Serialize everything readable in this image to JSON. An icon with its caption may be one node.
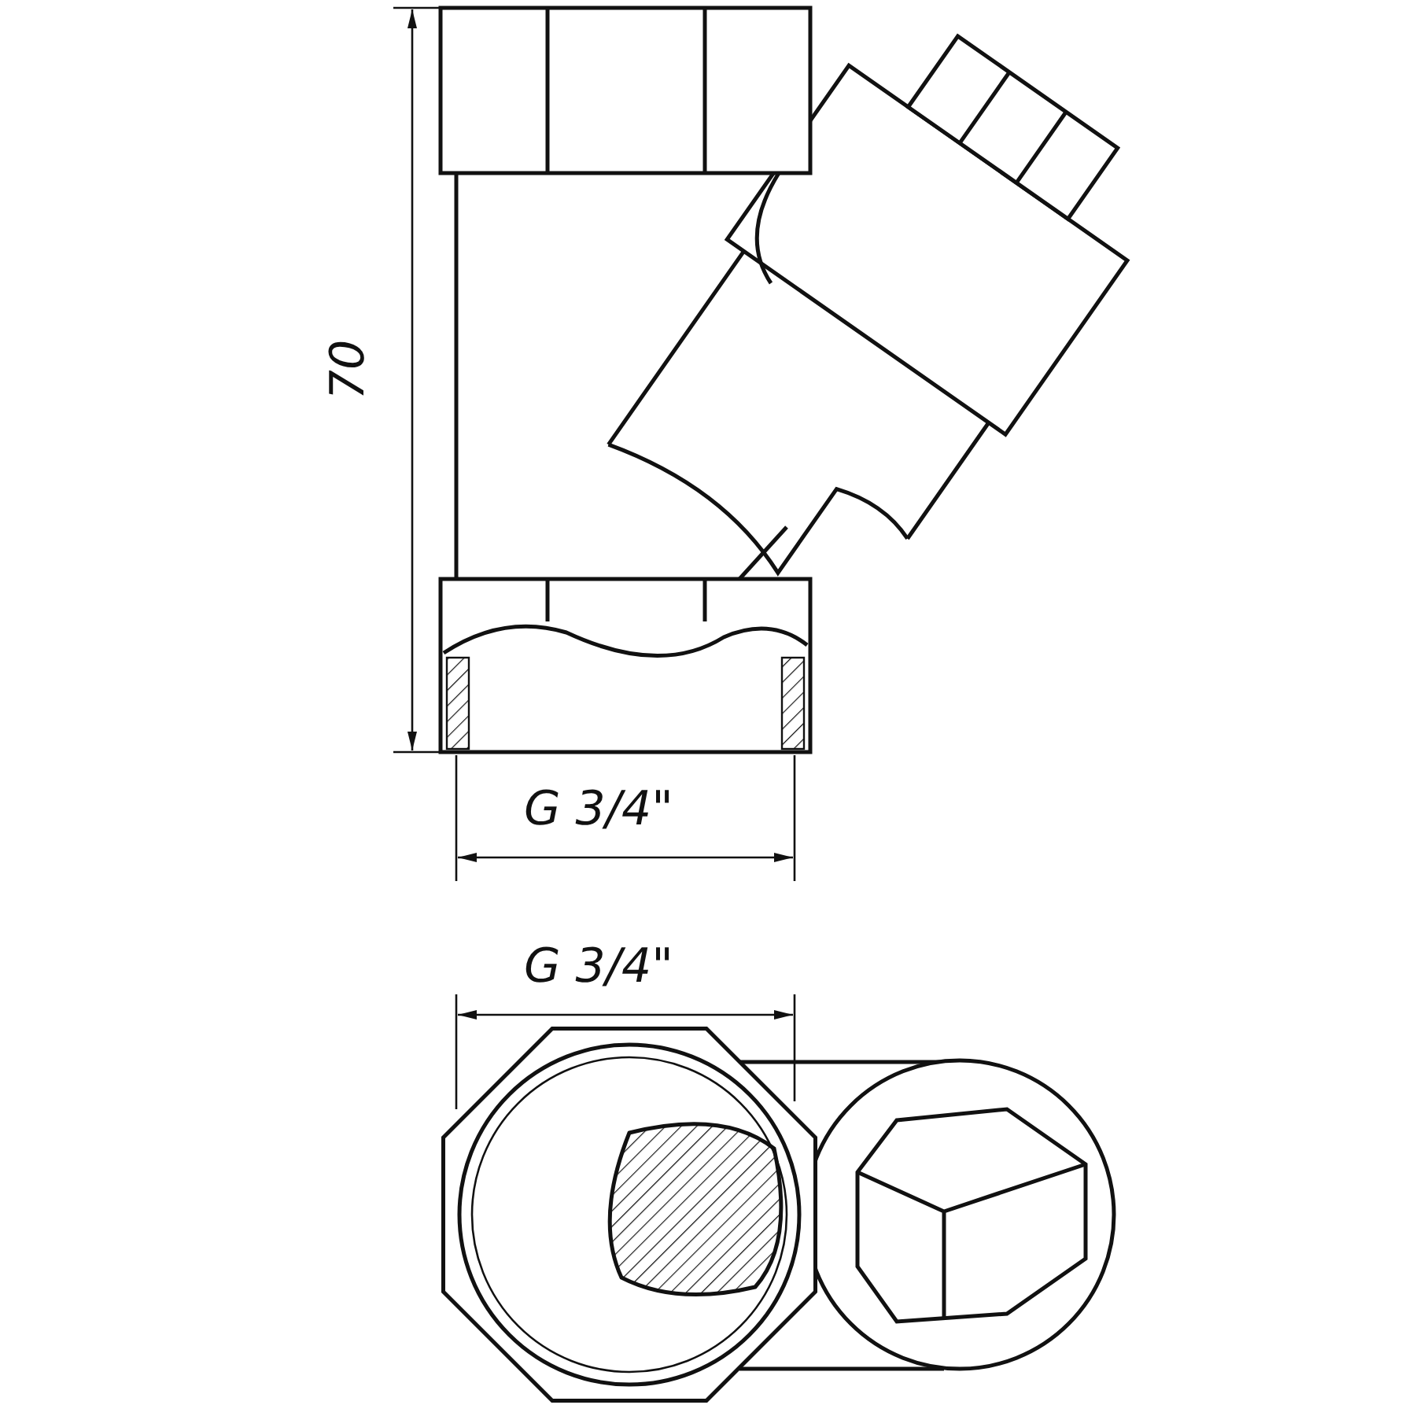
{
  "diagram": {
    "labels": [
      "70",
      "G 3/4\"",
      "G 3/4\""
    ]
  }
}
